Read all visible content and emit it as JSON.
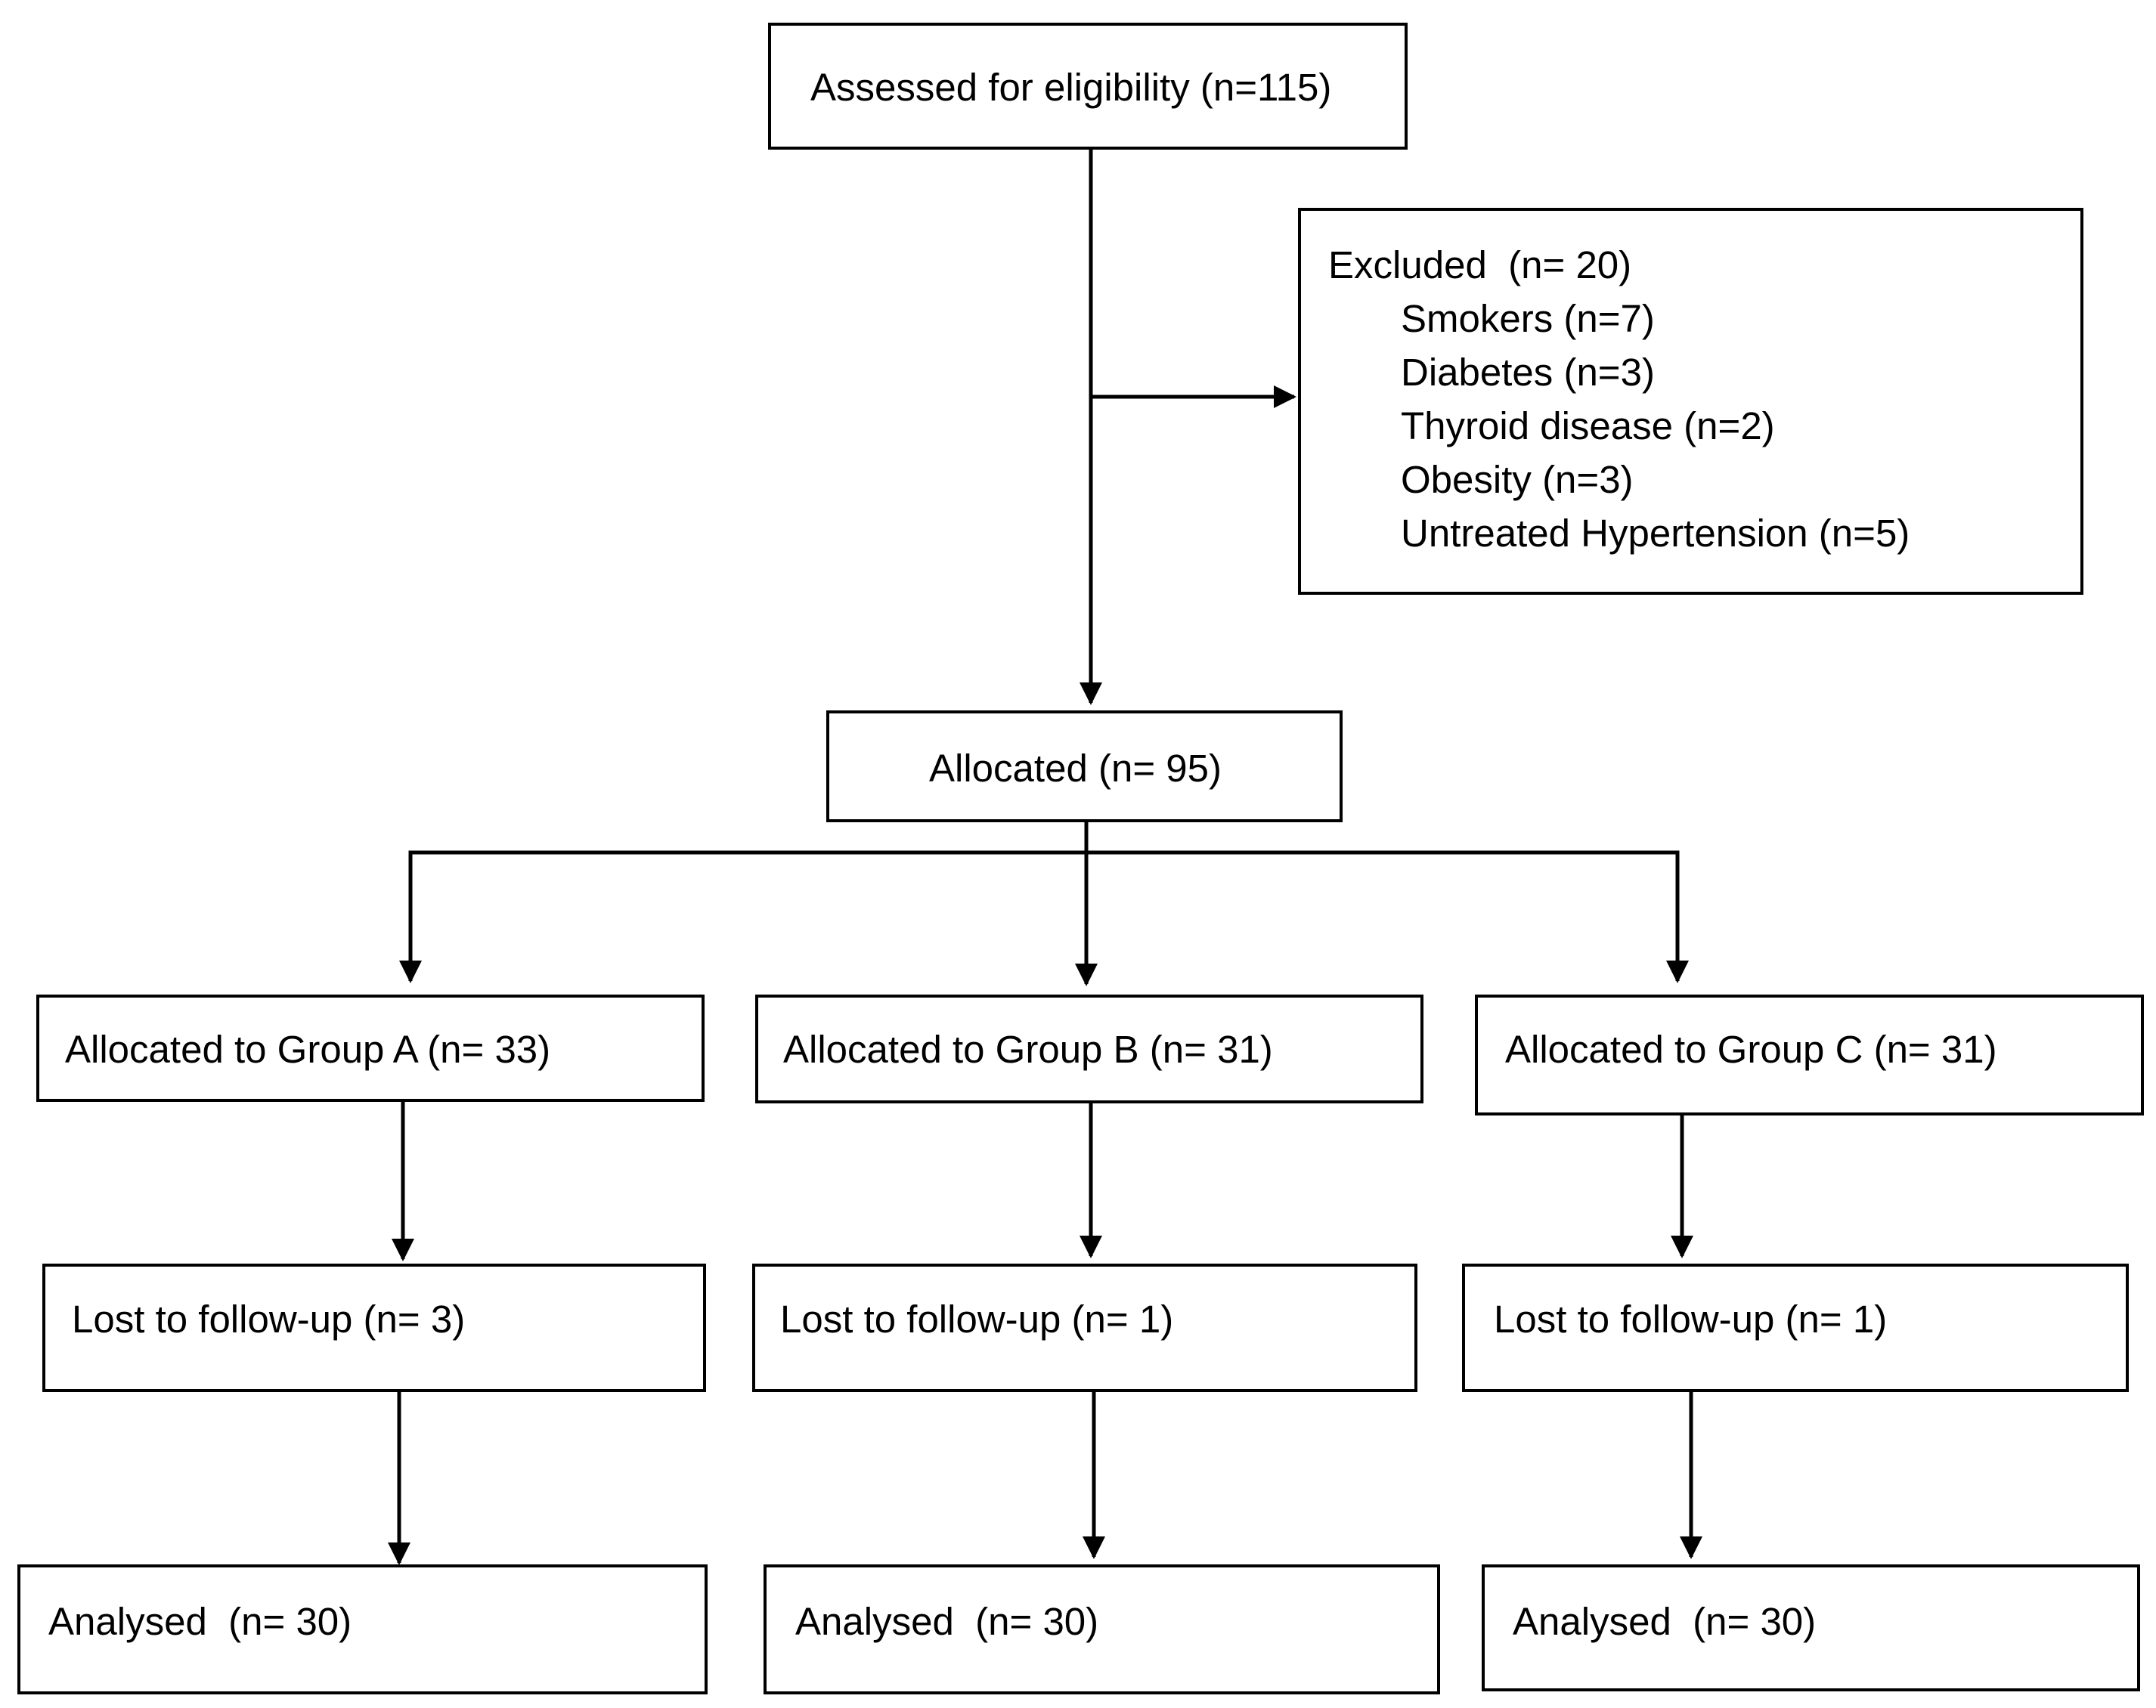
{
  "diagram": {
    "assessed": "Assessed for eligibility (n=115)",
    "excluded": {
      "title": "Excluded  (n= 20)",
      "reasons": [
        "Smokers (n=7)",
        "Diabetes (n=3)",
        "Thyroid disease (n=2)",
        "Obesity (n=3)",
        "Untreated Hypertension (n=5)"
      ]
    },
    "allocated": "Allocated (n= 95)",
    "groups": [
      {
        "allocated": "Allocated to Group A (n= 33)",
        "lost": "Lost to follow-up (n= 3)",
        "analysed": "Analysed  (n= 30)"
      },
      {
        "allocated": "Allocated to Group B (n= 31)",
        "lost": "Lost to follow-up (n= 1)",
        "analysed": "Analysed  (n= 30)"
      },
      {
        "allocated": "Allocated to Group C (n= 31)",
        "lost": "Lost to follow-up (n= 1)",
        "analysed": "Analysed  (n= 30)"
      }
    ]
  }
}
